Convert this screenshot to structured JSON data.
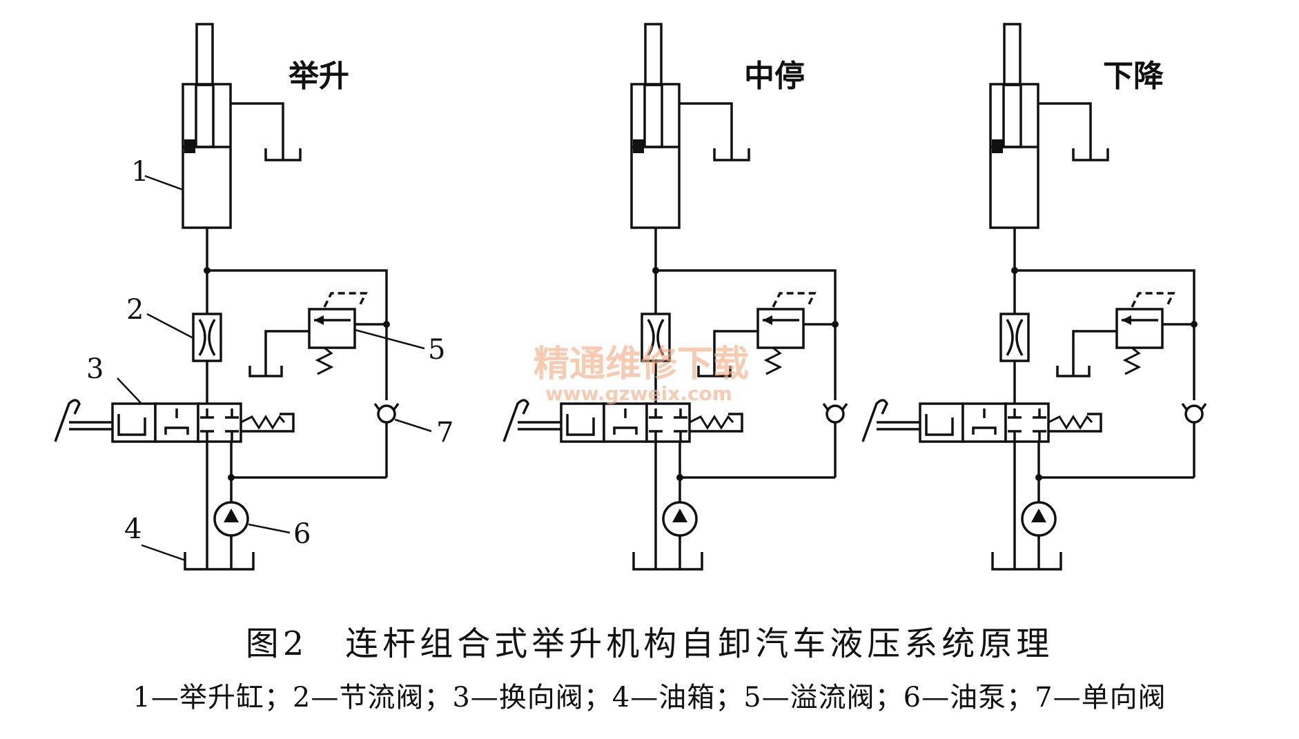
{
  "diagram": {
    "panels": [
      {
        "mode": "举升"
      },
      {
        "mode": "中停"
      },
      {
        "mode": "下降"
      }
    ],
    "callouts": [
      "1",
      "2",
      "3",
      "4",
      "5",
      "6",
      "7"
    ]
  },
  "watermark": {
    "text": "精通维修下载",
    "url": "www.gzweix.com",
    "color": "#f2b08a"
  },
  "caption": {
    "title": "图2　连杆组合式举升机构自卸汽车液压系统原理",
    "legend": "1—举升缸；2—节流阀；3—换向阀；4—油箱；5—溢流阀；6—油泵；7—单向阀"
  }
}
